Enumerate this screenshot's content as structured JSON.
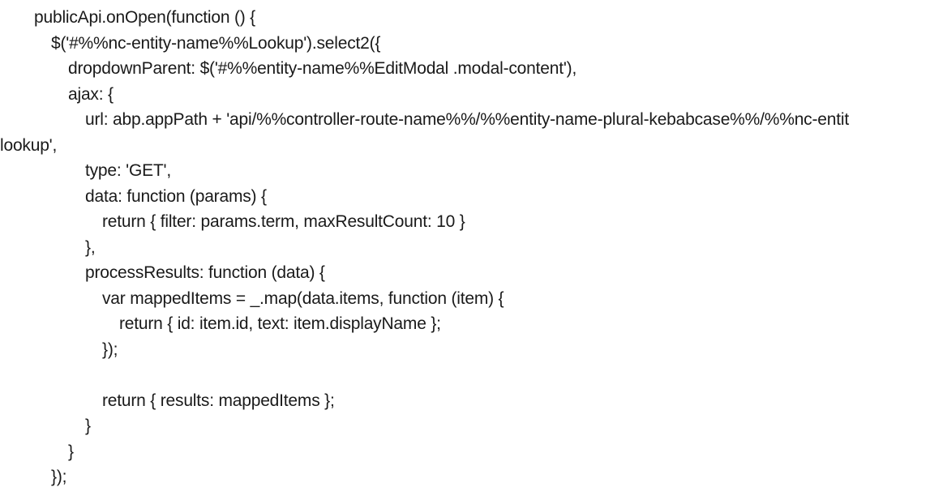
{
  "code": {
    "lines": [
      "publicApi.onOpen(function () {",
      "$('#%%nc-entity-name%%Lookup').select2({",
      "dropdownParent: $('#%%entity-name%%EditModal .modal-content'),",
      "ajax: {",
      "url: abp.appPath + 'api/%%controller-route-name%%/%%entity-name-plural-kebabcase%%/%%nc-entit",
      "lookup',",
      "type: 'GET',",
      "data: function (params) {",
      "return { filter: params.term, maxResultCount: 10 }",
      "},",
      "processResults: function (data) {",
      "var mappedItems = _.map(data.items, function (item) {",
      "return { id: item.id, text: item.displayName };",
      "});",
      "",
      "return { results: mappedItems };",
      "}",
      "}",
      "});"
    ]
  }
}
